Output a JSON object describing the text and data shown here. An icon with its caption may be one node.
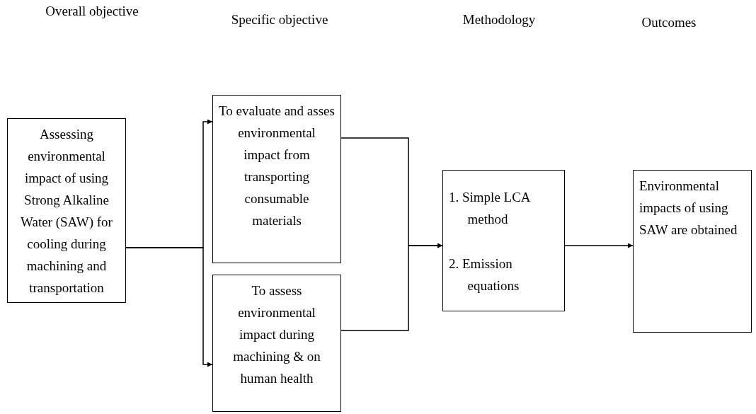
{
  "diagram": {
    "nodes": [
      {
        "text": [
          "Assessing environmental impact of using Strong Alkaline Water (SAW) for cooling during machining and transportation"
        ]
      },
      {
        "text": [
          "To evaluate and asses environmental impact from transporting consumable materials"
        ]
      },
      {
        "text": [
          "To assess environmental impact during machining & on human health"
        ]
      },
      {
        "text": [
          "1. Simple LCA method",
          "2. Emission equations"
        ]
      },
      {
        "text": [
          "Environmental impacts of using SAW are obtained"
        ]
      }
    ],
    "edges": [
      {
        "from": 0,
        "to": 1,
        "arrow": "to"
      },
      {
        "from": 0,
        "to": 2,
        "arrow": "to"
      },
      {
        "from": 1,
        "to": 3,
        "arrow": "to"
      },
      {
        "from": 2,
        "to": 3,
        "arrow": "to"
      },
      {
        "from": 3,
        "to": 4,
        "arrow": "to"
      }
    ],
    "labels": [
      "Overall objective",
      "Specific objective",
      "Methodology",
      "Outcomes"
    ]
  }
}
